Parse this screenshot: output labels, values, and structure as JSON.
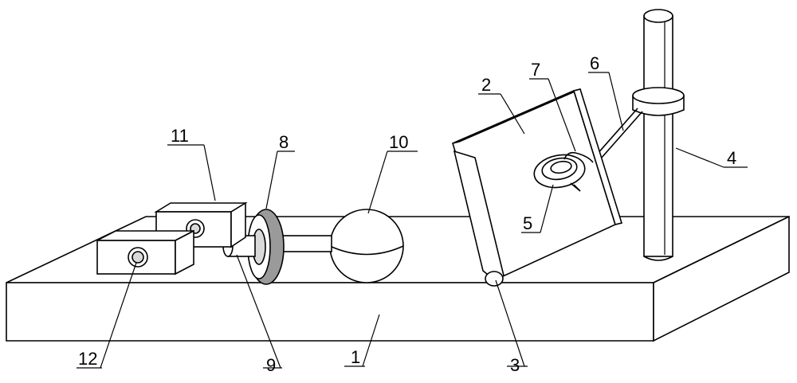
{
  "labels": {
    "base": "1",
    "plate": "2",
    "hinge": "3",
    "pole": "4",
    "ring": "5",
    "rod": "6",
    "clamp": "7",
    "wheel": "8",
    "shaft": "9",
    "ball": "10",
    "block_back": "11",
    "block_front": "12"
  }
}
